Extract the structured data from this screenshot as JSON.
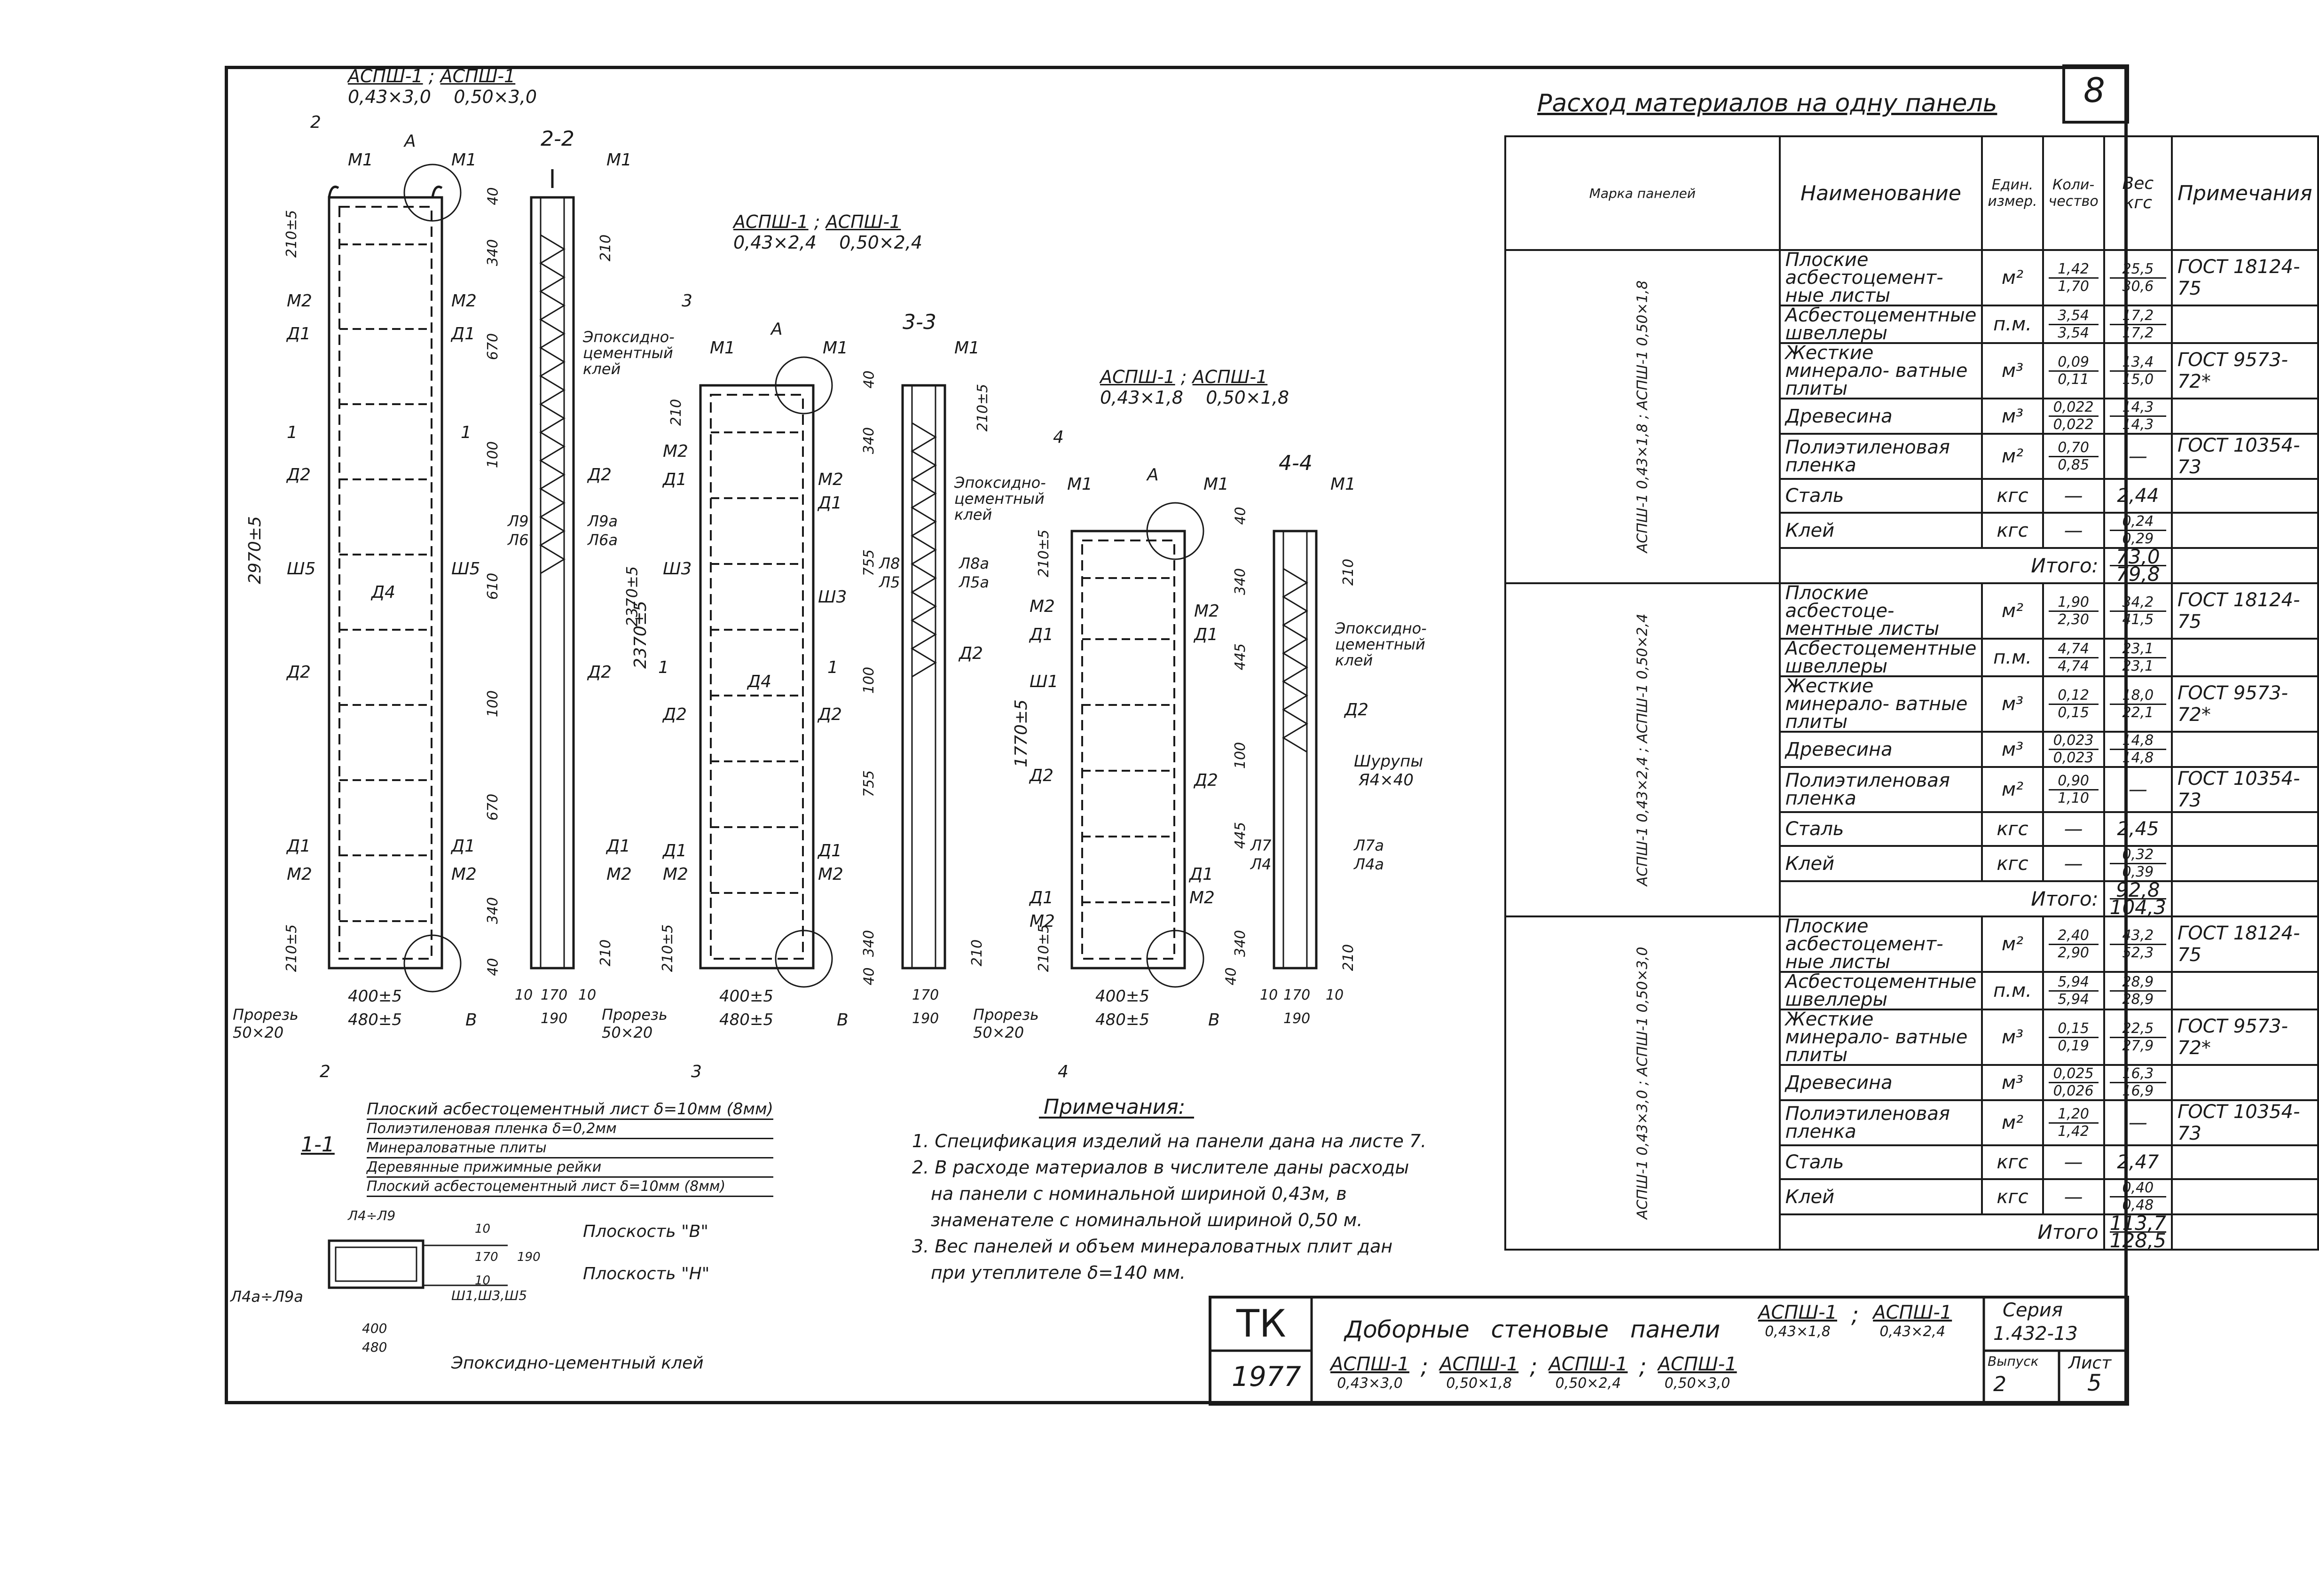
{
  "sheet_number": "8",
  "material_table": {
    "title": "Расход материалов на одну панель",
    "headers": {
      "mark": "Марка панелей",
      "name": "Наименование",
      "unit": "Един. измер.",
      "qty": "Коли- чество",
      "weight": "Вес кгс",
      "notes": "Примечания"
    },
    "groups": [
      {
        "mark": "АСПШ-1 0,43×1,8 ; АСПШ-1 0,50×1,8",
        "rows": [
          {
            "name": "Плоские асбестоцемент- ные листы",
            "unit": "м²",
            "qty": [
              "1,42",
              "1,70"
            ],
            "weight": [
              "25,5",
              "30,6"
            ],
            "note": "ГОСТ 18124-75"
          },
          {
            "name": "Асбестоцементные швеллеры",
            "unit": "п.м.",
            "qty": [
              "3,54",
              "3,54"
            ],
            "weight": [
              "17,2",
              "17,2"
            ],
            "note": ""
          },
          {
            "name": "Жесткие минерало- ватные плиты",
            "unit": "м³",
            "qty": [
              "0,09",
              "0,11"
            ],
            "weight": [
              "13,4",
              "15,0"
            ],
            "note": "ГОСТ 9573-72*"
          },
          {
            "name": "Древесина",
            "unit": "м³",
            "qty": [
              "0,022",
              "0,022"
            ],
            "weight": [
              "14,3",
              "14,3"
            ],
            "note": ""
          },
          {
            "name": "Полиэтиленовая пленка",
            "unit": "м²",
            "qty": [
              "0,70",
              "0,85"
            ],
            "weight": "—",
            "note": "ГОСТ 10354-73"
          },
          {
            "name": "Сталь",
            "unit": "кгс",
            "qty": "—",
            "weight": "2,44",
            "note": ""
          },
          {
            "name": "Клей",
            "unit": "кгс",
            "qty": "—",
            "weight": [
              "0,24",
              "0,29"
            ],
            "note": ""
          }
        ],
        "total_label": "Итого:",
        "total": [
          "73,0",
          "79,8"
        ]
      },
      {
        "mark": "АСПШ-1 0,43×2,4 ; АСПШ-1 0,50×2,4",
        "rows": [
          {
            "name": "Плоские асбестоце- ментные листы",
            "unit": "м²",
            "qty": [
              "1,90",
              "2,30"
            ],
            "weight": [
              "34,2",
              "41,5"
            ],
            "note": "ГОСТ 18124-75"
          },
          {
            "name": "Асбестоцементные швеллеры",
            "unit": "п.м.",
            "qty": [
              "4,74",
              "4,74"
            ],
            "weight": [
              "23,1",
              "23,1"
            ],
            "note": ""
          },
          {
            "name": "Жесткие минерало- ватные плиты",
            "unit": "м³",
            "qty": [
              "0,12",
              "0,15"
            ],
            "weight": [
              "18,0",
              "22,1"
            ],
            "note": "ГОСТ 9573-72*"
          },
          {
            "name": "Древесина",
            "unit": "м³",
            "qty": [
              "0,023",
              "0,023"
            ],
            "weight": [
              "14,8",
              "14,8"
            ],
            "note": ""
          },
          {
            "name": "Полиэтиленовая пленка",
            "unit": "м²",
            "qty": [
              "0,90",
              "1,10"
            ],
            "weight": "—",
            "note": "ГОСТ 10354-73"
          },
          {
            "name": "Сталь",
            "unit": "кгс",
            "qty": "—",
            "weight": "2,45",
            "note": ""
          },
          {
            "name": "Клей",
            "unit": "кгс",
            "qty": "—",
            "weight": [
              "0,32",
              "0,39"
            ],
            "note": ""
          }
        ],
        "total_label": "Итого:",
        "total": [
          "92,8",
          "104,3"
        ]
      },
      {
        "mark": "АСПШ-1 0,43×3,0 ; АСПШ-1 0,50×3,0",
        "rows": [
          {
            "name": "Плоские асбестоцемент- ные листы",
            "unit": "м²",
            "qty": [
              "2,40",
              "2,90"
            ],
            "weight": [
              "43,2",
              "52,3"
            ],
            "note": "ГОСТ 18124-75"
          },
          {
            "name": "Асбестоцементные швеллеры",
            "unit": "п.м.",
            "qty": [
              "5,94",
              "5,94"
            ],
            "weight": [
              "28,9",
              "28,9"
            ],
            "note": ""
          },
          {
            "name": "Жесткие минерало- ватные плиты",
            "unit": "м³",
            "qty": [
              "0,15",
              "0,19"
            ],
            "weight": [
              "22,5",
              "27,9"
            ],
            "note": "ГОСТ 9573-72*"
          },
          {
            "name": "Древесина",
            "unit": "м³",
            "qty": [
              "0,025",
              "0,026"
            ],
            "weight": [
              "16,3",
              "16,9"
            ],
            "note": ""
          },
          {
            "name": "Полиэтиленовая пленка",
            "unit": "м²",
            "qty": [
              "1,20",
              "1,42"
            ],
            "weight": "—",
            "note": "ГОСТ 10354-73"
          },
          {
            "name": "Сталь",
            "unit": "кгс",
            "qty": "—",
            "weight": "2,47",
            "note": ""
          },
          {
            "name": "Клей",
            "unit": "кгс",
            "qty": "—",
            "weight": [
              "0,40",
              "0,48"
            ],
            "note": ""
          }
        ],
        "total_label": "Итого",
        "total": [
          "113,7",
          "128,5"
        ]
      }
    ]
  },
  "notes": {
    "title": "Примечания:",
    "items": [
      "1. Спецификация изделий на панели дана на листе 7.",
      "2. В расходе материалов в числителе даны расходы",
      "на панели с номинальной шириной 0,43м, в",
      "знаменателе с номинальной шириной 0,50 м.",
      "3. Вес панелей и объем минераловатных плит дан",
      "при утеплителе δ=140 мм."
    ]
  },
  "section_1_1": {
    "label": "1-1",
    "layers": [
      "Плоский асбестоцементный лист δ=10мм (8мм)",
      "Полиэтиленовая пленка δ=0,2мм",
      "Минераловатные плиты",
      "Деревянные прижимные рейки",
      "Плоский асбестоцементный лист δ=10мм (8мм)"
    ],
    "plane_v": "Плоскость \"В\"",
    "plane_n": "Плоскость \"Н\"",
    "glue": "Эпоксидно-цементный клей",
    "callouts": [
      "Л4÷Л9",
      "Л4а÷Л9а",
      "Ш1,Ш3,Ш5"
    ],
    "dims": [
      "10",
      "170",
      "10",
      "190",
      "400",
      "480"
    ]
  },
  "panels": [
    {
      "marks": [
        "АСПШ-1",
        "0,43×3,0",
        "АСПШ-1",
        "0,50×3,0"
      ],
      "section": "2-2",
      "height": "2970±5",
      "parts": [
        "М1",
        "А",
        "М1",
        "М2",
        "Д1",
        "Д2",
        "Ш5",
        "Д4",
        "Д2",
        "Д1",
        "М2",
        "Ш5",
        "Д2",
        "Д1",
        "М2"
      ],
      "side_parts": [
        "М1",
        "М2",
        "Д1",
        "Л9",
        "Л6",
        "Л9а",
        "Л6а",
        "Д2",
        "Д1",
        "М2"
      ],
      "dims": [
        "40",
        "340",
        "210",
        "670",
        "100",
        "610",
        "100",
        "670",
        "340",
        "210",
        "40",
        "210±5",
        "210±5",
        "2370±5"
      ],
      "bottom": [
        "400±5",
        "480±5",
        "10",
        "170",
        "10",
        "190"
      ],
      "slot": "Прорезь 50×20",
      "glue": "Эпоксидно- цементный клей",
      "cuts": [
        "2",
        "2",
        "1",
        "1",
        "В"
      ]
    },
    {
      "marks": [
        "АСПШ-1",
        "0,43×2,4",
        "АСПШ-1",
        "0,50×2,4"
      ],
      "section": "3-3",
      "height": "2370±5",
      "parts": [
        "М1",
        "А",
        "М1",
        "М2",
        "Д1",
        "Ш3",
        "Д4",
        "Д2",
        "Д1",
        "М2",
        "М2",
        "Д1",
        "Ш3",
        "Д2",
        "Д1",
        "М2"
      ],
      "side_parts": [
        "М1",
        "Л8",
        "Л5",
        "Л8а",
        "Л5а",
        "Д2"
      ],
      "dims": [
        "40",
        "340",
        "210",
        "755",
        "100",
        "755",
        "340",
        "210",
        "40",
        "210±5",
        "210±5"
      ],
      "bottom": [
        "400±5",
        "480±5",
        "170",
        "190"
      ],
      "slot": "Прорезь 50×20",
      "glue": "Эпоксидно- цементный клей",
      "cuts": [
        "3",
        "3",
        "1",
        "1",
        "В"
      ]
    },
    {
      "marks": [
        "АСПШ-1",
        "0,43×1,8",
        "АСПШ-1",
        "0,50×1,8"
      ],
      "section": "4-4",
      "height": "1770±5",
      "parts": [
        "М1",
        "А",
        "М1",
        "М2",
        "Д1",
        "Ш1",
        "Д2",
        "Д1",
        "М2",
        "М2",
        "Д1",
        "Д2",
        "Д1",
        "М2"
      ],
      "side_parts": [
        "М1",
        "Л7",
        "Л4",
        "Л7а",
        "Л4а",
        "Д2",
        "Шурупы",
        "Я4×40"
      ],
      "dims": [
        "40",
        "340",
        "210",
        "445",
        "100",
        "445",
        "340",
        "210",
        "40",
        "210±5",
        "210±5"
      ],
      "bottom": [
        "400±5",
        "480±5",
        "10",
        "170",
        "10",
        "190"
      ],
      "slot": "Прорезь 50×20",
      "glue": "Эпоксидно- цементный клей",
      "cuts": [
        "4",
        "4",
        "В"
      ]
    }
  ],
  "title_block": {
    "org": "ТК",
    "year": "1977",
    "title": "Доборные стеновые панели",
    "marks": [
      {
        "name": "АСПШ-1",
        "size": "0,43×1,8"
      },
      {
        "name": "АСПШ-1",
        "size": "0,43×2,4"
      },
      {
        "name": "АСПШ-1",
        "size": "0,43×3,0"
      },
      {
        "name": "АСПШ-1",
        "size": "0,50×1,8"
      },
      {
        "name": "АСПШ-1",
        "size": "0,50×2,4"
      },
      {
        "name": "АСПШ-1",
        "size": "0,50×3,0"
      }
    ],
    "series_label": "Серия",
    "series": "1.432-13",
    "issue_label": "Выпуск",
    "issue": "2",
    "sheet_label": "Лист",
    "sheet": "5"
  }
}
